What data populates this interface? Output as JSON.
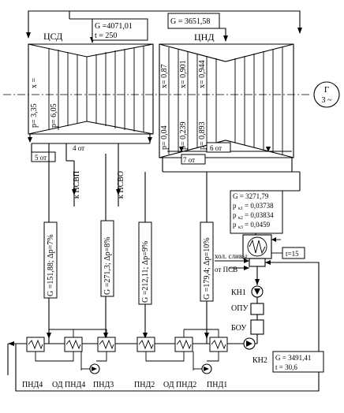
{
  "turbine": {
    "csd_label": "ЦСД",
    "cnd_label": "ЦНД",
    "csd_G": "G =4071,01",
    "csd_t": "t = 250",
    "cnd_G": "G = 3651,58",
    "csd_x": "x =",
    "csd_p1": "p= 3,35",
    "csd_p2": "p= 6,05",
    "cnd_x1": "x= 0,87",
    "cnd_x2": "x= 0,901",
    "cnd_x3": "x= 0,944",
    "cnd_p1": "p= 0,04",
    "cnd_p2": "p= 0,239",
    "cnd_p3": "p= 0,893",
    "ext5": "5 от",
    "ext4": "4 от",
    "ext6": "6 от",
    "ext7": "7 от",
    "generator_top": "Г",
    "generator_bottom": "3 ~"
  },
  "lines": {
    "to_psvp": "к ПСВП",
    "to_psvo": "к ПСВО",
    "g1": "G =151,88;   Δp=7%",
    "g2": "G =271,3;   Δp=8%",
    "g3": "G =212,11;   Δp=9%",
    "g4": "G =179,4;   Δp=10%"
  },
  "condenser": {
    "G": "G = 3271,79",
    "pk1_base": "p",
    "pk1_val": "= 0,03738",
    "pk2_base": "p",
    "pk2_val": "= 0,03834",
    "pk3_base": "p",
    "pk3_val": "= 0,0459",
    "t": "t=15",
    "cold_water": "хол. сливы",
    "from_psv": "от ПСВ"
  },
  "pumps": {
    "kn1": "КН1",
    "opu": "ОПУ",
    "bou": "БОУ",
    "kn2": "КН2",
    "G": "G = 3491,41",
    "t": "t = 30,6"
  },
  "heaters": {
    "pnd4": "ПНД4",
    "od_pnd4": "ОД ПНД4",
    "pnd3": "ПНД3",
    "pnd2": "ПНД2",
    "od_pnd2": "ОД ПНД2",
    "pnd1": "ПНД1"
  }
}
